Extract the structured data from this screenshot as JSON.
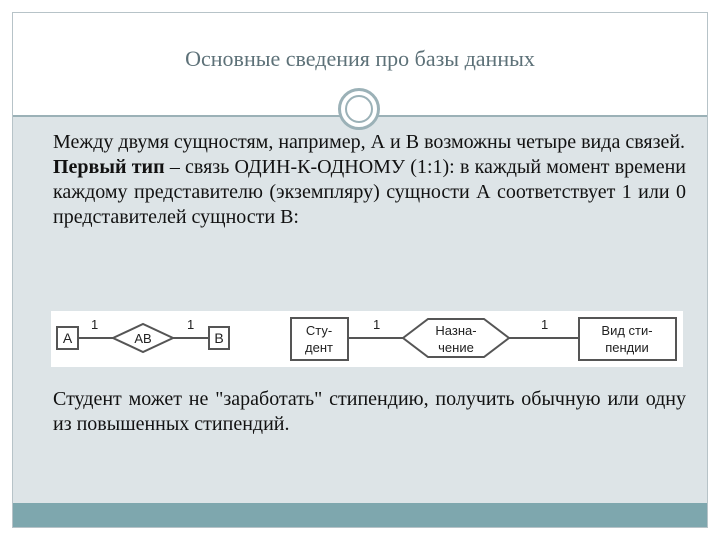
{
  "title": "Основные сведения про базы данных",
  "paragraphs": {
    "intro": "Между двумя сущностям, например, А и В возможны четыре вида связей.",
    "first_type_label": "Первый тип",
    "first_type_text": " – связь ОДИН-К-ОДНОМУ (1:1): в каждый момент времени каждому представителю (экземпляру) сущности А соответствует 1 или 0 представителей сущности В:",
    "example": "Студент может не \"заработать\" стипендию, получить обычную или одну из повышенных стипендий."
  },
  "diagram": {
    "left": {
      "entity_a": "А",
      "relation": "АВ",
      "entity_b": "В",
      "card_left": "1",
      "card_right": "1"
    },
    "right": {
      "entity_student_line1": "Сту-",
      "entity_student_line2": "дент",
      "relation_line1": "Назна-",
      "relation_line2": "чение",
      "entity_scholarship_line1": "Вид сти-",
      "entity_scholarship_line2": "пендии",
      "card_left": "1",
      "card_right": "1"
    }
  }
}
